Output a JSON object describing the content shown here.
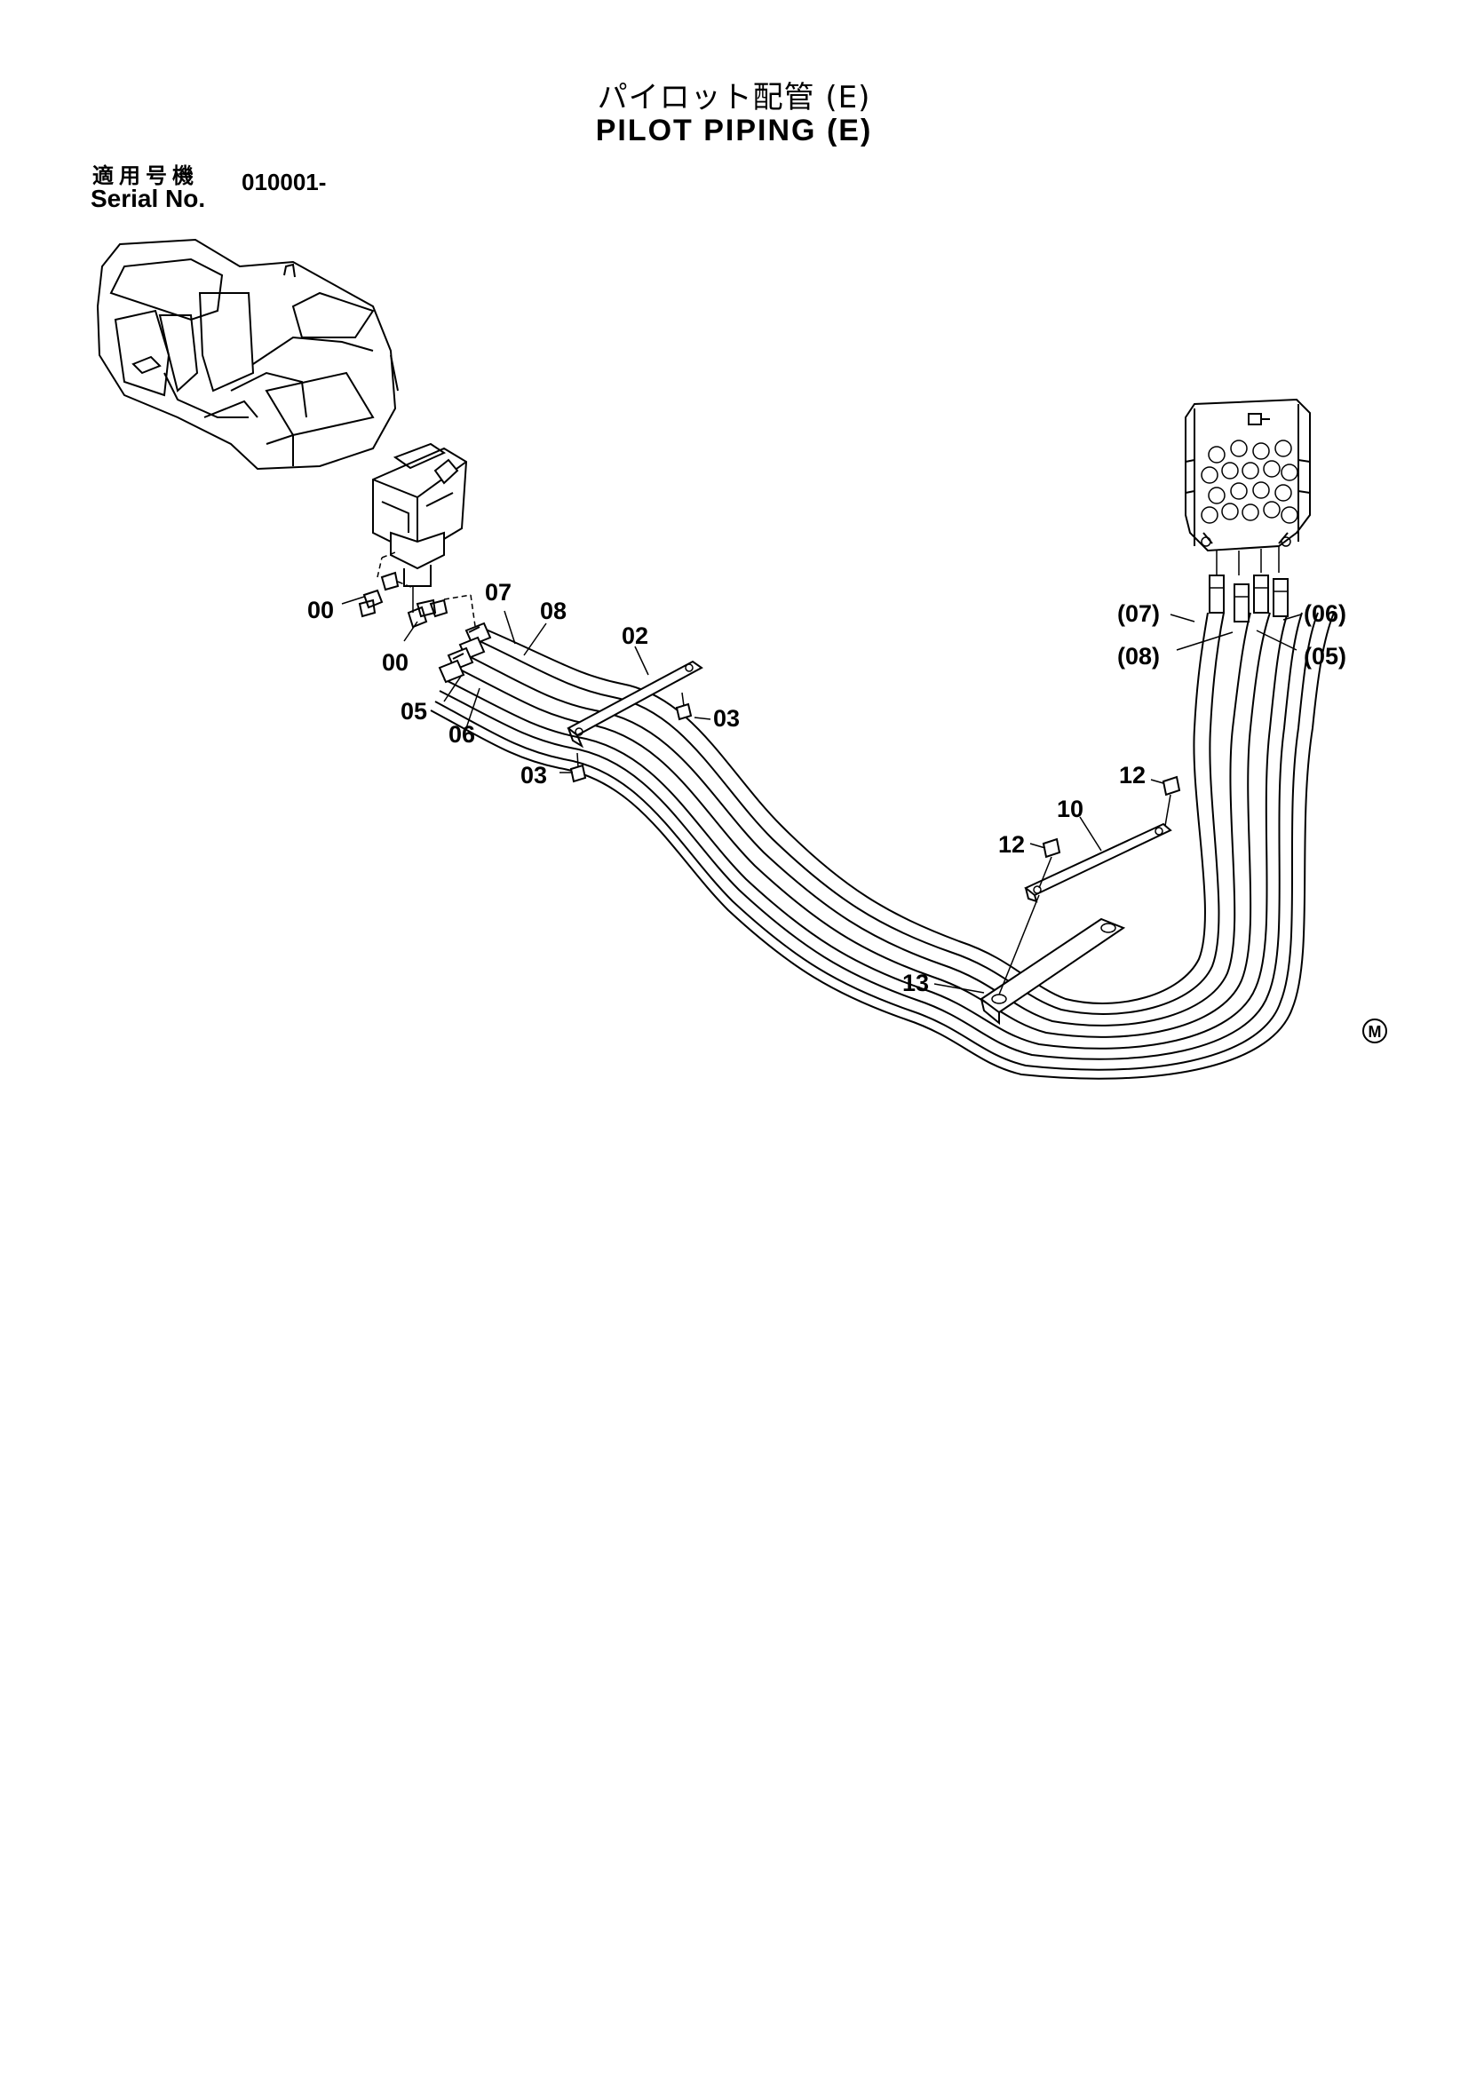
{
  "title_jp": "パイロット配管 (E)",
  "title_en": "PILOT PIPING (E)",
  "serial": {
    "label_jp": "適用号機",
    "label_en": "Serial No.",
    "value": "010001-"
  },
  "callouts": {
    "c00a": "00",
    "c00b": "00",
    "c07": "07",
    "c08": "08",
    "c02": "02",
    "c03a": "03",
    "c03b": "03",
    "c05": "05",
    "c06": "06",
    "c07r": "(07)",
    "c08r": "(08)",
    "c06r": "(06)",
    "c05r": "(05)",
    "c12a": "12",
    "c12b": "12",
    "c10": "10",
    "c13": "13"
  },
  "mark": "M"
}
